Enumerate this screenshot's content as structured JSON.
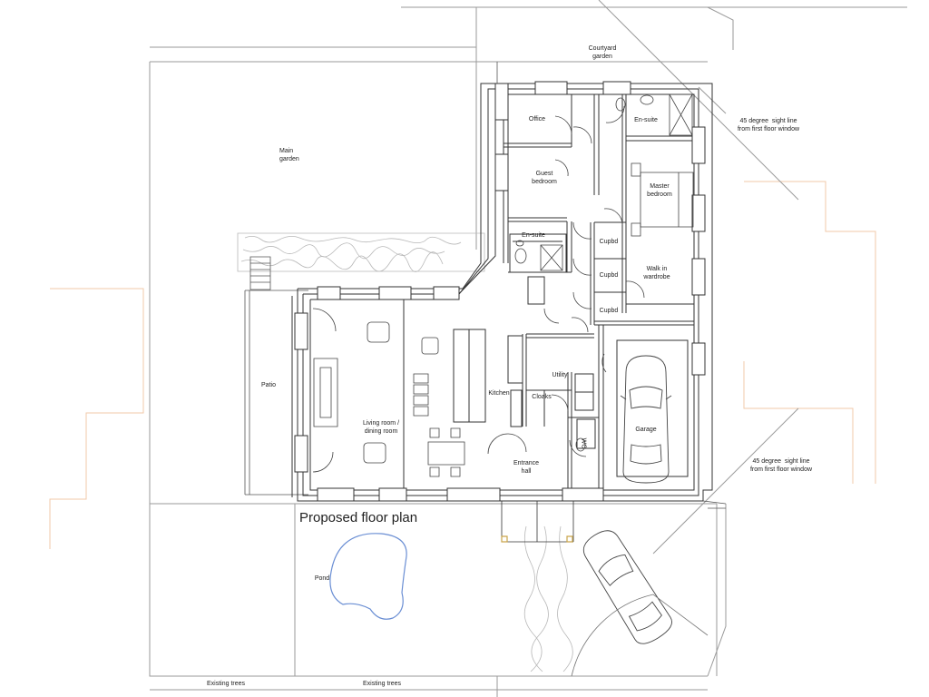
{
  "title": "Proposed floor plan",
  "colors": {
    "line": "#333333",
    "light_line": "#9a9a9a",
    "faint_line": "#f0c8a8",
    "stone": "#b8b8b8",
    "background": "#ffffff"
  },
  "rooms": {
    "courtyard": "Courtyard\ngarden",
    "main_garden": "Main\ngarden",
    "office": "Office",
    "ensuite_master": "En-suite",
    "guest_bedroom": "Guest\nbedroom",
    "ensuite_guest": "En-suite",
    "master_bedroom": "Master\nbedroom",
    "cupbd_1": "Cupbd",
    "cupbd_2": "Cupbd",
    "cupbd_3": "Cupbd",
    "walk_in_wardrobe": "Walk in\nwardrobe",
    "patio": "Patio",
    "living_dining": "Living room /\ndining room",
    "kitchen": "Kitchen",
    "utility": "Utility",
    "cloaks": "Cloaks",
    "wc": "WC",
    "entrance_hall": "Entrance\nhall",
    "garage": "Garage",
    "pond": "Pond"
  },
  "annotations": {
    "sight_line_top": "45 degree  sight line\nfrom first floor window",
    "sight_line_bottom": "45 degree  sight line\nfrom first floor window",
    "existing_trees_left": "Existing trees",
    "existing_trees_right": "Existing trees"
  }
}
